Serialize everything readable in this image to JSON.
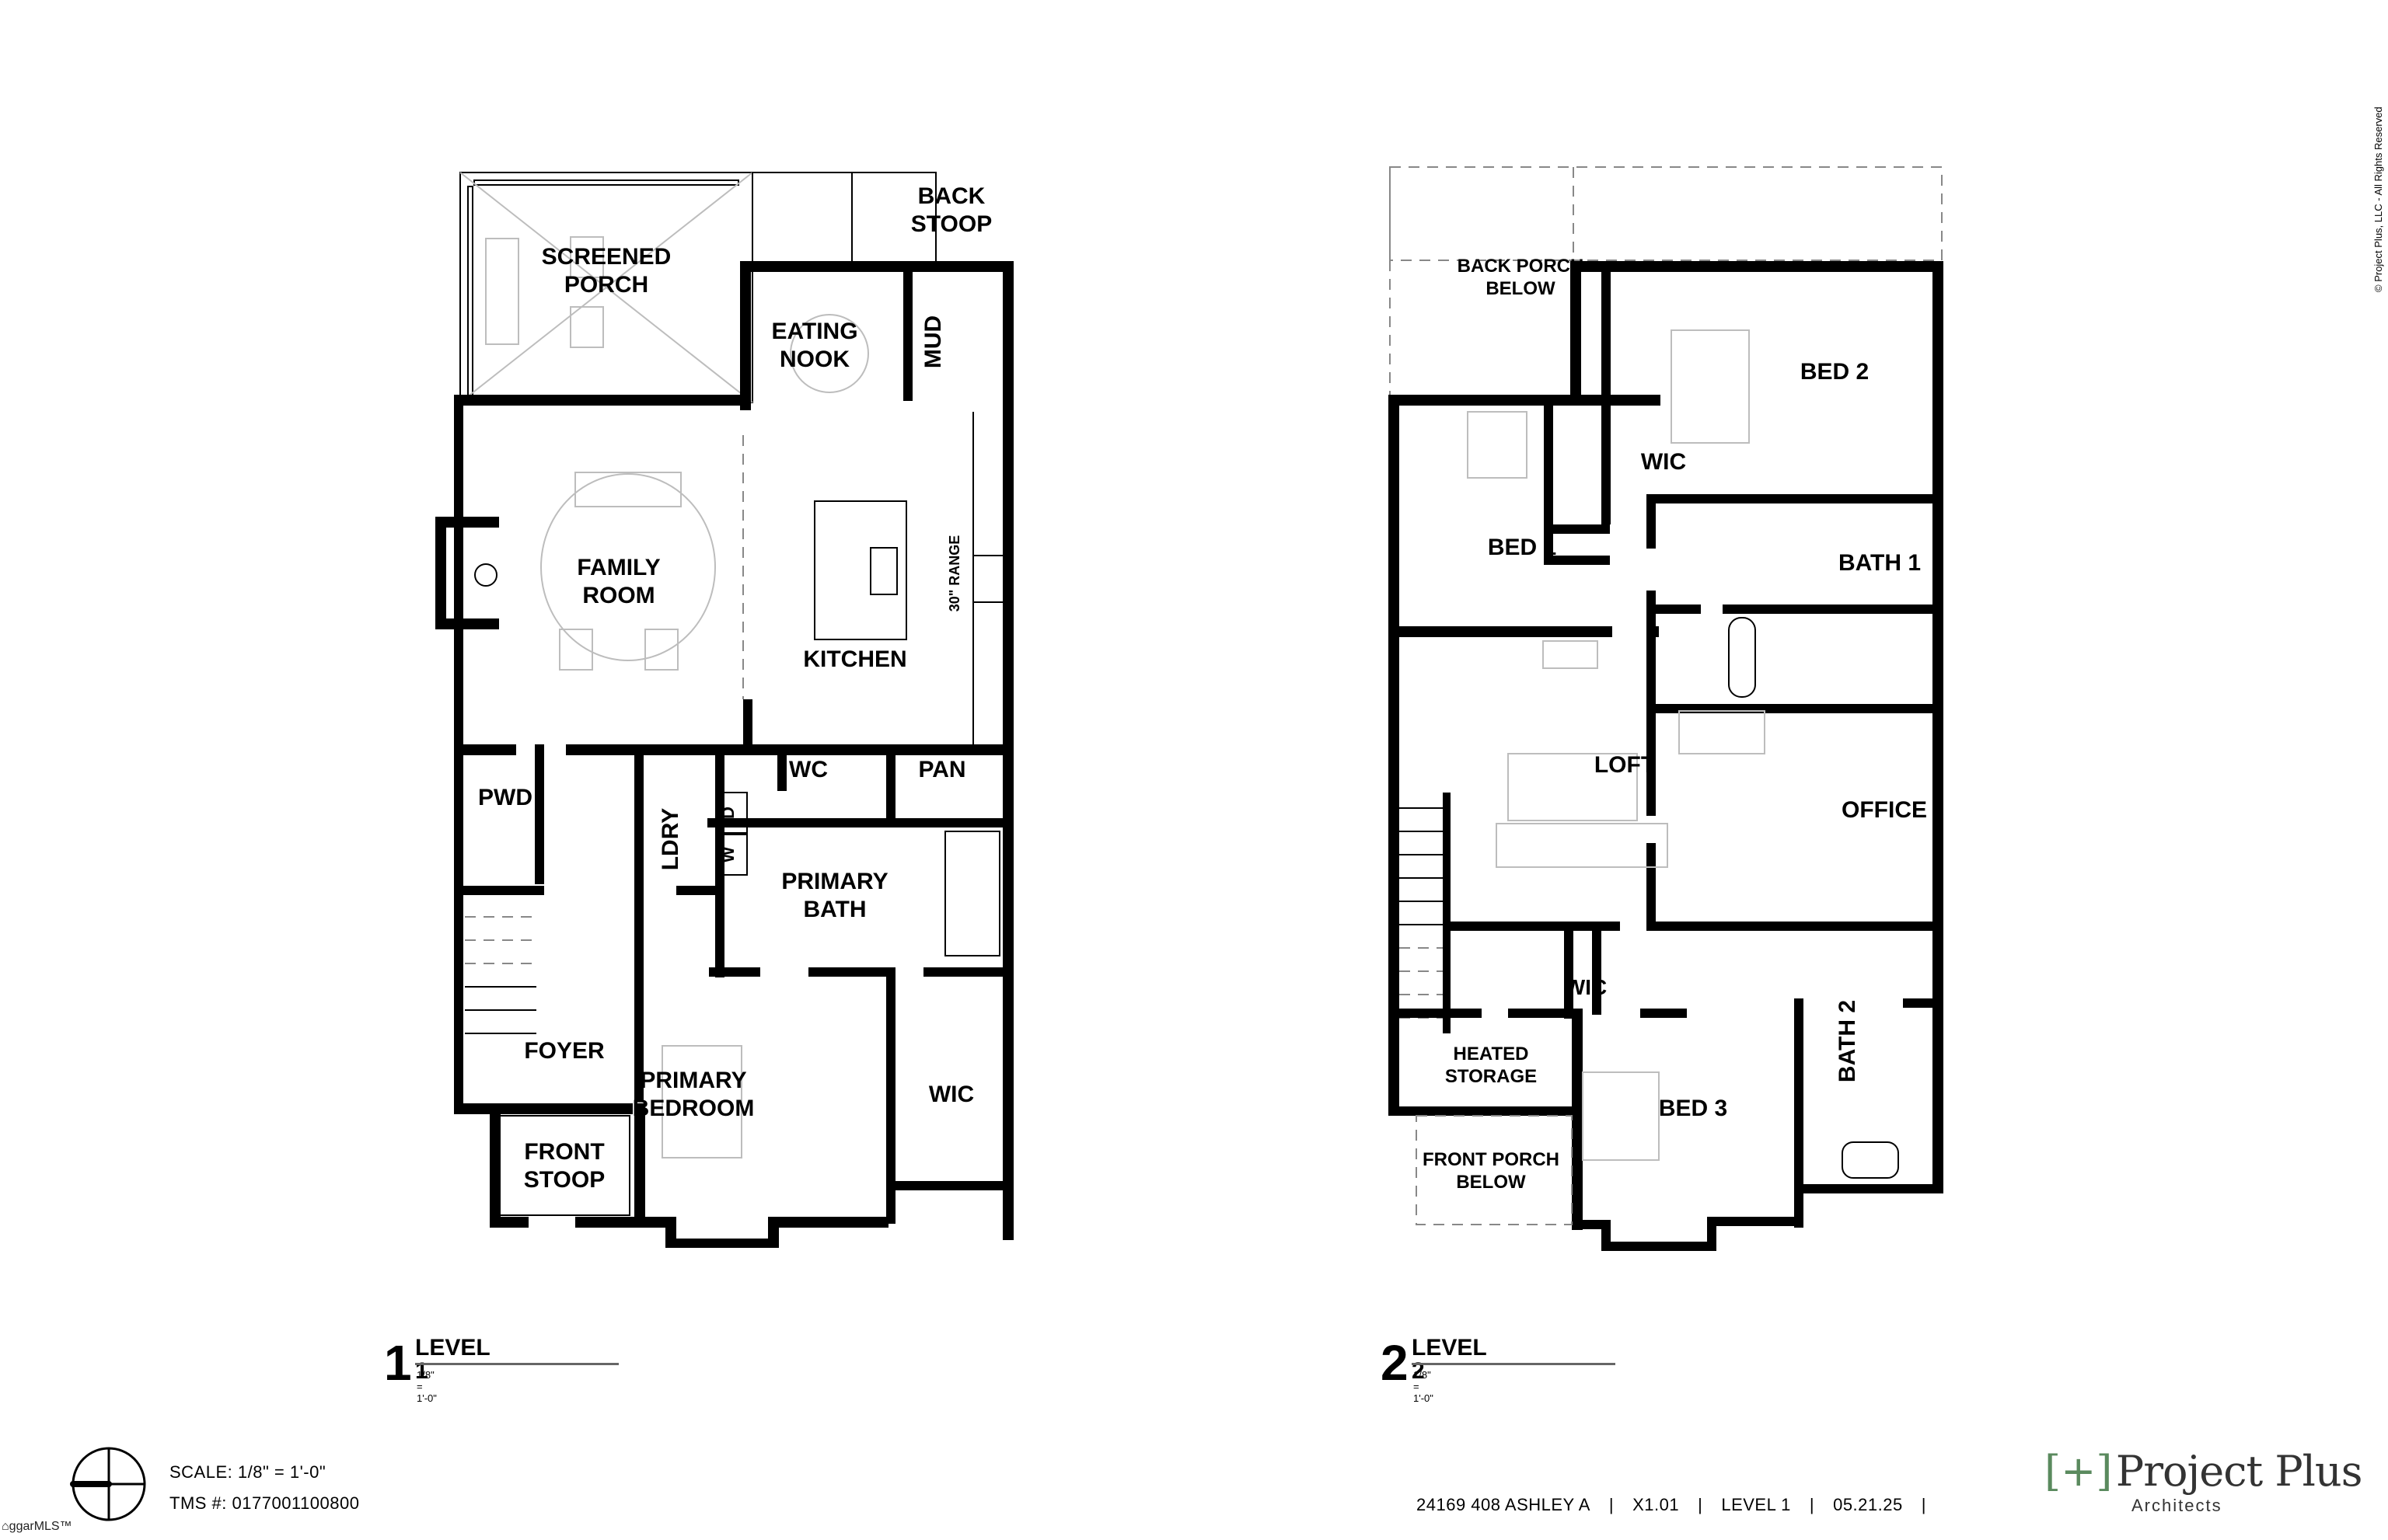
{
  "sheet": {
    "copyright": "© Project Plus, LLC - All Rights Reserved",
    "scale_label": "SCALE:  1/8\" = 1'-0\"",
    "tms_label": "TMS #: 0177001100800",
    "mls_badge": "ggarMLS™",
    "title_block": {
      "project": "24169 408 ASHLEY A",
      "sheet_number": "X1.01",
      "sheet_level": "LEVEL 1",
      "date": "05.21.25",
      "separator": "|"
    },
    "logo": {
      "name": "Project Plus",
      "subtitle": "Architects",
      "bracket_color": "#5a8a5e"
    }
  },
  "views": [
    {
      "number": "1",
      "title": "LEVEL 1",
      "scale": "1/8\" = 1'-0\"",
      "rooms": [
        {
          "id": "screened-porch",
          "lines": [
            "SCREENED",
            "PORCH"
          ]
        },
        {
          "id": "back-stoop",
          "lines": [
            "BACK",
            "STOOP"
          ]
        },
        {
          "id": "eating-nook",
          "lines": [
            "EATING",
            "NOOK"
          ]
        },
        {
          "id": "mud",
          "lines": [
            "MUD"
          ],
          "rotated": true
        },
        {
          "id": "family-room",
          "lines": [
            "FAMILY",
            "ROOM"
          ]
        },
        {
          "id": "kitchen",
          "lines": [
            "KITCHEN"
          ]
        },
        {
          "id": "range-note",
          "lines": [
            "30\" RANGE"
          ],
          "rotated": true
        },
        {
          "id": "pwd",
          "lines": [
            "PWD"
          ]
        },
        {
          "id": "ldry",
          "lines": [
            "LDRY"
          ],
          "rotated": true
        },
        {
          "id": "dryer",
          "lines": [
            "D"
          ],
          "rotated": true
        },
        {
          "id": "washer",
          "lines": [
            "W"
          ],
          "rotated": true
        },
        {
          "id": "wc",
          "lines": [
            "WC"
          ]
        },
        {
          "id": "pan",
          "lines": [
            "PAN"
          ]
        },
        {
          "id": "primary-bath",
          "lines": [
            "PRIMARY",
            "BATH"
          ]
        },
        {
          "id": "foyer",
          "lines": [
            "FOYER"
          ]
        },
        {
          "id": "primary-bedroom",
          "lines": [
            "PRIMARY",
            "BEDROOM"
          ]
        },
        {
          "id": "wic-primary",
          "lines": [
            "WIC"
          ]
        },
        {
          "id": "front-stoop",
          "lines": [
            "FRONT",
            "STOOP"
          ]
        }
      ]
    },
    {
      "number": "2",
      "title": "LEVEL 2",
      "scale": "1/8\" = 1'-0\"",
      "rooms": [
        {
          "id": "back-porch-below",
          "lines": [
            "BACK PORCH",
            "BELOW"
          ]
        },
        {
          "id": "bed-2",
          "lines": [
            "BED 2"
          ]
        },
        {
          "id": "wic-bed1",
          "lines": [
            "WIC"
          ]
        },
        {
          "id": "bed-1",
          "lines": [
            "BED 1"
          ]
        },
        {
          "id": "bath-1",
          "lines": [
            "BATH 1"
          ]
        },
        {
          "id": "loft",
          "lines": [
            "LOFT"
          ]
        },
        {
          "id": "office",
          "lines": [
            "OFFICE"
          ]
        },
        {
          "id": "wic-bed3",
          "lines": [
            "WIC"
          ]
        },
        {
          "id": "heated-storage",
          "lines": [
            "HEATED",
            "STORAGE"
          ]
        },
        {
          "id": "bath-2",
          "lines": [
            "BATH 2"
          ],
          "rotated": true
        },
        {
          "id": "bed-3",
          "lines": [
            "BED 3"
          ]
        },
        {
          "id": "front-porch-below",
          "lines": [
            "FRONT PORCH",
            "BELOW"
          ]
        }
      ]
    }
  ]
}
